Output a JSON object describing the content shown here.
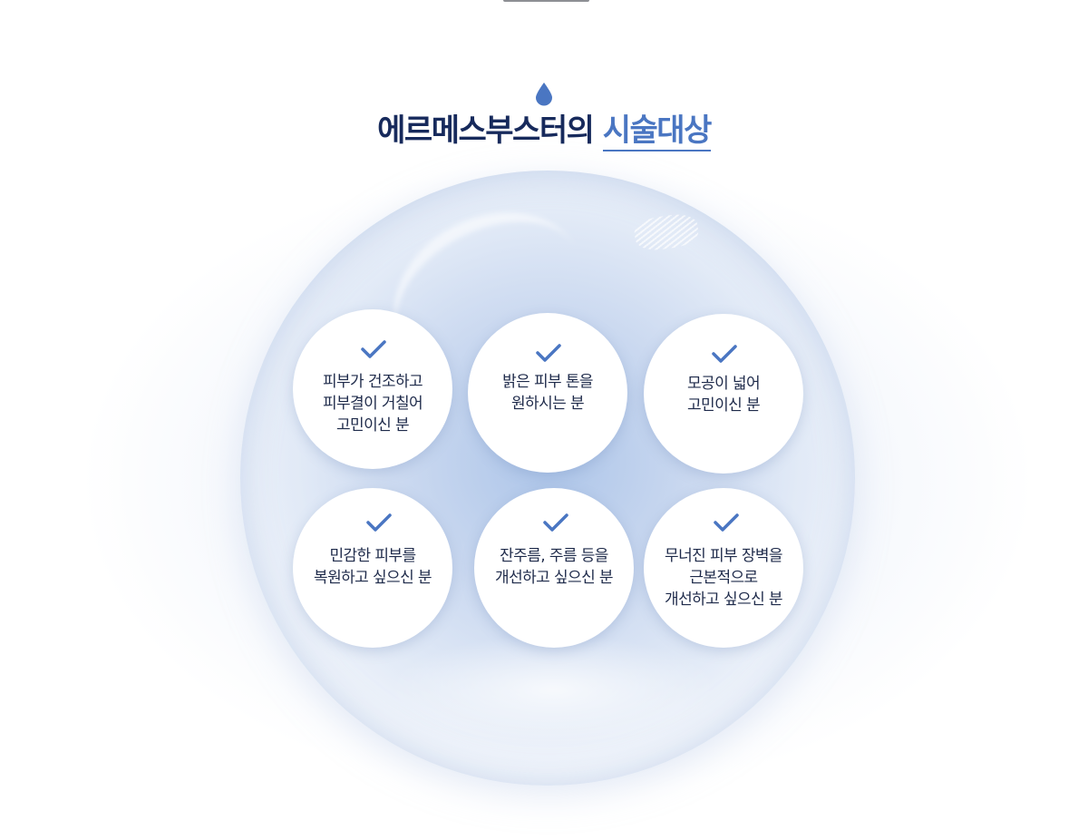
{
  "heading": {
    "main": "에르메스부스터의",
    "accent": "시술대상"
  },
  "colors": {
    "navy": "#172a5c",
    "accent_blue": "#4a76c2",
    "check_blue": "#4a76c2"
  },
  "icons": {
    "drop": "water-drop-icon",
    "check": "check-icon"
  },
  "targets": [
    {
      "text": "피부가 건조하고\n피부결이 거칠어\n고민이신 분"
    },
    {
      "text": "밝은 피부 톤을\n원하시는 분"
    },
    {
      "text": "모공이 넓어\n고민이신 분"
    },
    {
      "text": "민감한 피부를\n복원하고 싶으신 분"
    },
    {
      "text": "잔주름, 주름 등을\n개선하고 싶으신 분"
    },
    {
      "text": "무너진 피부 장벽을\n근본적으로\n개선하고 싶으신 분"
    }
  ]
}
